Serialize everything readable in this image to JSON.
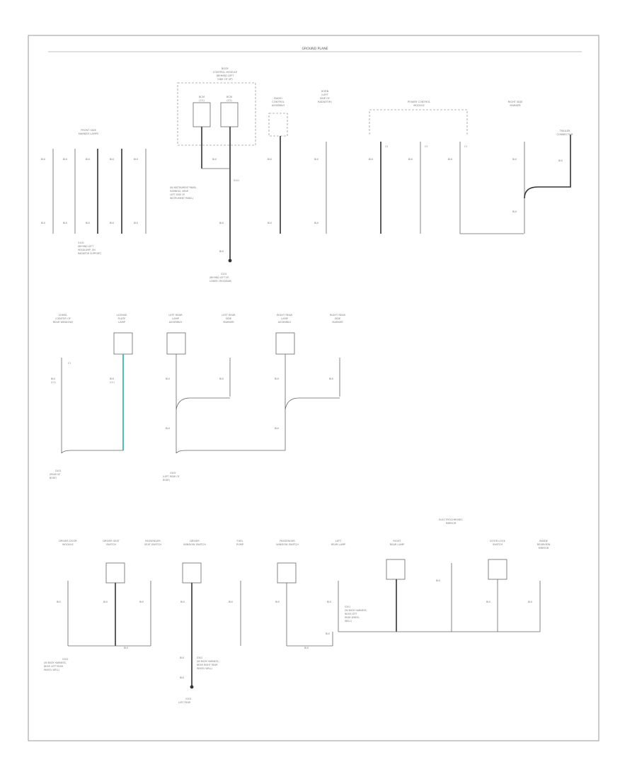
{
  "header": {
    "title": "GROUND PLANE"
  },
  "page": {
    "code": ""
  },
  "groups": {
    "top_left_blocks": [
      "FRONT SIDE MARKER LAMPS",
      "BLK",
      "BLK",
      "BLK",
      "BLK",
      "BLK"
    ],
    "center_module": [
      "BODY",
      "CONTROL",
      "MODULE",
      "BLK",
      "BLK"
    ],
    "splice_text": [
      "BLK",
      "BLK",
      "BLK",
      "G101"
    ],
    "bottom_ground": [
      "G301",
      "LEFT REAR"
    ]
  }
}
